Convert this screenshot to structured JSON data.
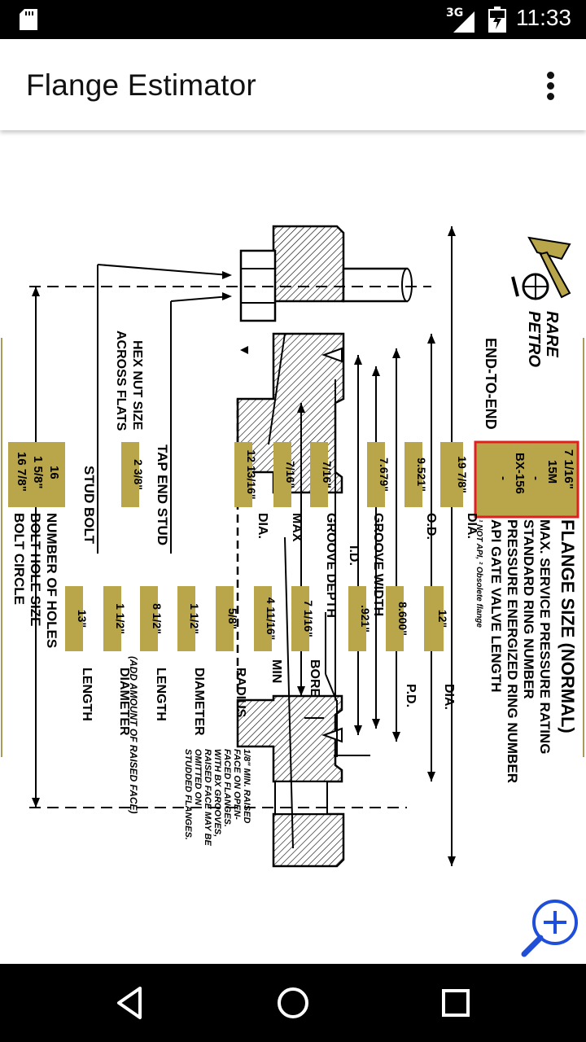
{
  "status_bar": {
    "network": "3G",
    "time": "11:33"
  },
  "app_bar": {
    "title": "Flange Estimator"
  },
  "diagram": {
    "logo": {
      "line1": "RARE",
      "line2": "PETRO"
    },
    "end_to_end_label": "END-TO-END",
    "header": {
      "title": "FLANGE SIZE (NORMAL)",
      "rows": [
        "MAX. SERVICE PRESSURE RATING",
        "STANDARD RING NUMBER",
        "PRESSURE ENERGIZED RING NUMBER",
        "API GATE VALVE LENGTH"
      ],
      "note": "¹ NOT API, ² Obsolete flange"
    },
    "highlight_values": [
      "7 1/16\"",
      "15M",
      "-",
      "BX-156",
      "-"
    ],
    "value_boxes": [
      {
        "label": "DIA.",
        "value": "19 7/8\""
      },
      {
        "label": "DIA.",
        "value": "12\""
      },
      {
        "label": "O.D.",
        "value": "9.521\""
      },
      {
        "label": "P.D.",
        "value": "8.600\""
      },
      {
        "label": "I.D.",
        "value": "7.679\""
      },
      {
        "label": "GROOVE WIDTH",
        "value": ".921\""
      },
      {
        "label": "GROOVE DEPTH",
        "value": "7/16\""
      },
      {
        "label": "BORE",
        "value": "7 1/16\""
      },
      {
        "label": "MAX",
        "value": "7/16\""
      },
      {
        "label": "MIN",
        "value": "4 11/16\""
      },
      {
        "label": "DIA.",
        "value": "12 13/16\""
      },
      {
        "label": "RADIUS",
        "value": "5/8\""
      },
      {
        "label": "HEX NUT SIZE ACROSS FLATS",
        "value": "2 3/8\""
      },
      {
        "label": "DIAMETER",
        "value": "1 1/2\""
      },
      {
        "label": "LENGTH",
        "value": "8 1/2\""
      },
      {
        "label": "DIAMETER",
        "value": "1 1/2\""
      },
      {
        "label": "LENGTH",
        "value": "13\""
      }
    ],
    "bolt_box": {
      "values": [
        "16",
        "1 5/8\"",
        "16 7/8\""
      ],
      "labels": [
        "NUMBER OF HOLES",
        "BOLT HOLE SIZE",
        "BOLT CIRCLE"
      ]
    },
    "labels": {
      "hex_nut_line1": "HEX NUT SIZE",
      "hex_nut_line2": "ACROSS FLATS",
      "tap_end_stud": "TAP END STUD",
      "stud_bolt": "STUD BOLT",
      "raised_face_note": "(ADD AMOUNT OF RAISED FACE)"
    },
    "footnote": [
      "1/8\" MIN. RAISED",
      "FACE ON OPEN-",
      "FACED FLANGES.",
      "WITH BX GROOVES,",
      "RAISED FACE MAY BE",
      "OMITTED ON",
      "STUDDED FLANGES."
    ]
  },
  "colors": {
    "value_box": "#b9a64a",
    "highlight_border": "#e02020",
    "ink": "#000000"
  },
  "icons": {
    "zoom": "zoom-in-icon",
    "menu": "overflow-menu-icon"
  }
}
